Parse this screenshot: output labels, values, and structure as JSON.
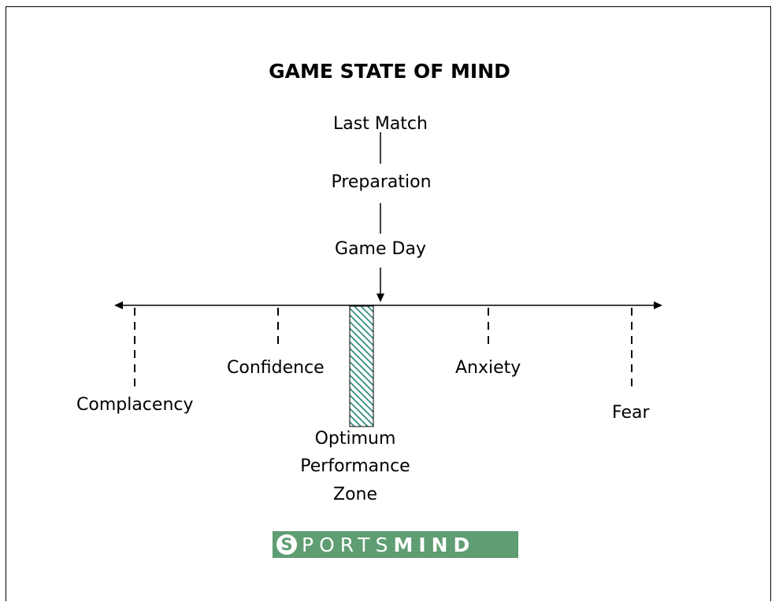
{
  "title": "GAME STATE OF MIND",
  "timeline": [
    "Last Match",
    "Preparation",
    "Game Day"
  ],
  "axis_labels": {
    "complacency": "Complacency",
    "confidence": "Confidence",
    "anxiety": "Anxiety",
    "fear": "Fear"
  },
  "zone_label": [
    "Optimum",
    "Performance",
    "Zone"
  ],
  "logo": {
    "first": "PORTS",
    "second": "MIND"
  },
  "colors": {
    "zone_fill": "#2f8a80",
    "logo_bg": "#5f9d72"
  }
}
